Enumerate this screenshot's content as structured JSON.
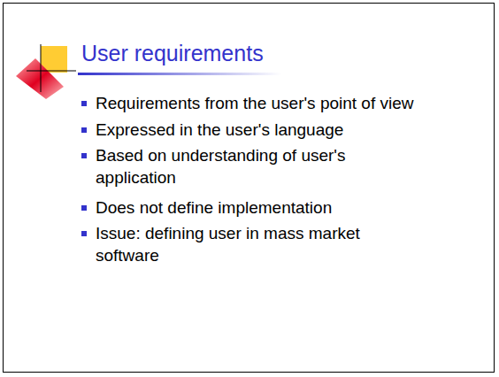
{
  "diagram": {
    "title": "User requirements",
    "labels": [
      "Requirements from the user's point of view",
      "Expressed in the user's language",
      "Based on understanding of user's application",
      "Does not define implementation",
      "Issue:  defining user in mass market software"
    ]
  }
}
